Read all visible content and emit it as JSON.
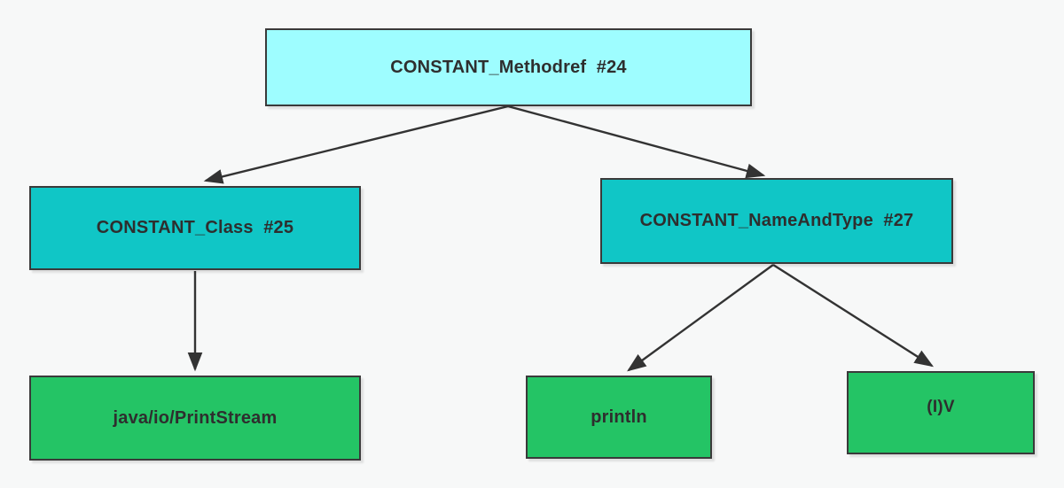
{
  "diagram": {
    "background": "#f7f8f8",
    "colors": {
      "edge": "#333333",
      "node_border": "#3a3a3a",
      "text": "#2e2e2e",
      "root_fill": "#9efdff",
      "branch_fill": "#10c6c6",
      "leaf_fill": "#24c465"
    },
    "nodes": [
      {
        "id": "constant-methodref",
        "label": "CONSTANT_Methodref  #24",
        "fill": "#9efdff"
      },
      {
        "id": "constant-class",
        "label": "CONSTANT_Class  #25",
        "fill": "#10c6c6"
      },
      {
        "id": "constant-nameandtype",
        "label": "CONSTANT_NameAndType  #27",
        "fill": "#10c6c6"
      },
      {
        "id": "java-io-printstream",
        "label": "java/io/PrintStream",
        "fill": "#24c465"
      },
      {
        "id": "println",
        "label": "println",
        "fill": "#24c465"
      },
      {
        "id": "descriptor-iv",
        "label": "(I)V",
        "fill": "#24c465"
      }
    ],
    "edges": [
      {
        "from": "constant-methodref",
        "to": "constant-class"
      },
      {
        "from": "constant-methodref",
        "to": "constant-nameandtype"
      },
      {
        "from": "constant-class",
        "to": "java-io-printstream"
      },
      {
        "from": "constant-nameandtype",
        "to": "println"
      },
      {
        "from": "constant-nameandtype",
        "to": "descriptor-iv"
      }
    ]
  }
}
